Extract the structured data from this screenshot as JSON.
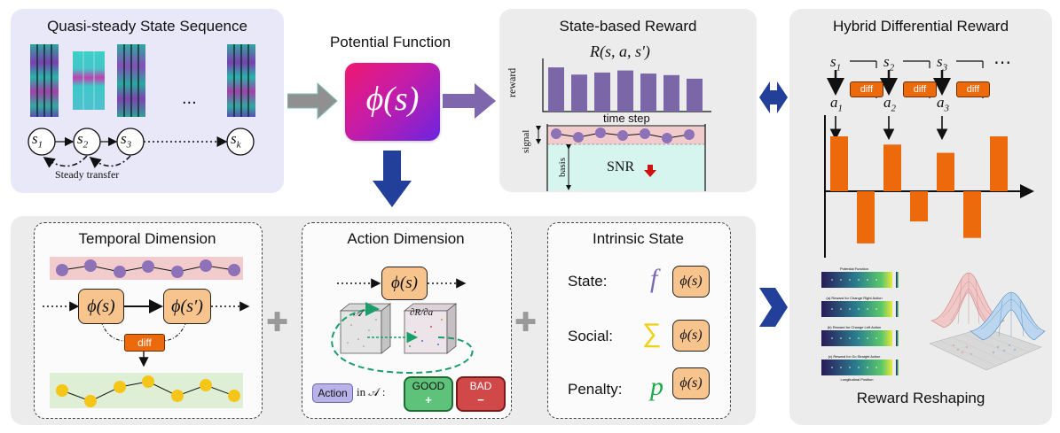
{
  "quasi": {
    "title": "Quasi-steady State Sequence",
    "ellipsis": "...",
    "states": [
      "s",
      "s",
      "s",
      "s"
    ],
    "state_subs": [
      "1",
      "2",
      "3",
      "k"
    ],
    "caption": "Steady transfer"
  },
  "potential": {
    "title": "Potential Function",
    "symbol": "ϕ(s)"
  },
  "state_reward": {
    "title": "State-based Reward",
    "formula": "R(s, a, s′)",
    "ylabel": "reward",
    "xlabel": "time step",
    "signal_label": "signal",
    "basis_label": "basis",
    "snr": "SNR"
  },
  "chart_data": {
    "type": "bar",
    "title": "",
    "xlabel": "time step",
    "ylabel": "reward",
    "values": [
      0.86,
      0.72,
      0.76,
      0.8,
      0.74,
      0.71,
      0.64
    ],
    "ylim": [
      0,
      1
    ]
  },
  "hybrid": {
    "title": "Hybrid Differential Reward",
    "states": [
      "s",
      "s",
      "s"
    ],
    "actions": [
      "a",
      "a",
      "a"
    ],
    "subs": [
      "1",
      "2",
      "3"
    ],
    "diff": "diff",
    "ellipsis": "⋯",
    "bars": [
      1.0,
      -0.95,
      0.85,
      -0.55,
      0.7,
      -0.85,
      1.0
    ],
    "reshaping_title": "Reward Reshaping",
    "heatmap_titles": [
      "Potential Function",
      "(a) Reward for Change Right Action",
      "(b) Reward for Change Left Action",
      "(c) Reward for Go Straight Action"
    ],
    "heatmap_xlabel": "Longitudinal Position"
  },
  "temporal": {
    "title": "Temporal Dimension",
    "phi_left": "ϕ(s)",
    "phi_right": "ϕ(s′)",
    "diff": "diff"
  },
  "action_dim": {
    "title": "Action Dimension",
    "phi": "ϕ(s)",
    "cube_left": "𝒜",
    "cube_right": "∂R/∂a",
    "action_label": "Action",
    "in_label": "in 𝒜 :",
    "good": "GOOD",
    "bad": "BAD"
  },
  "intrinsic": {
    "title": "Intrinsic State",
    "rows": [
      {
        "label": "State:",
        "symbol": "f",
        "phi": "ϕ(s)"
      },
      {
        "label": "Social:",
        "symbol": "∑",
        "phi": "ϕ(s)"
      },
      {
        "label": "Penalty:",
        "symbol": "p",
        "phi": "ϕ(s)"
      }
    ]
  },
  "plus": "✚",
  "colors": {
    "quasi_bg": "#e9e8f9",
    "gray_bg": "#ececec",
    "bar_purple": "#7b67a8",
    "orange": "#ec6a0c",
    "node_purple": "#8e72b8",
    "node_yellow": "#f5c518",
    "signal_pink": "#f2cccc",
    "basis_cyan": "#d6f5ee",
    "dark_blue": "#1f3fa0"
  }
}
